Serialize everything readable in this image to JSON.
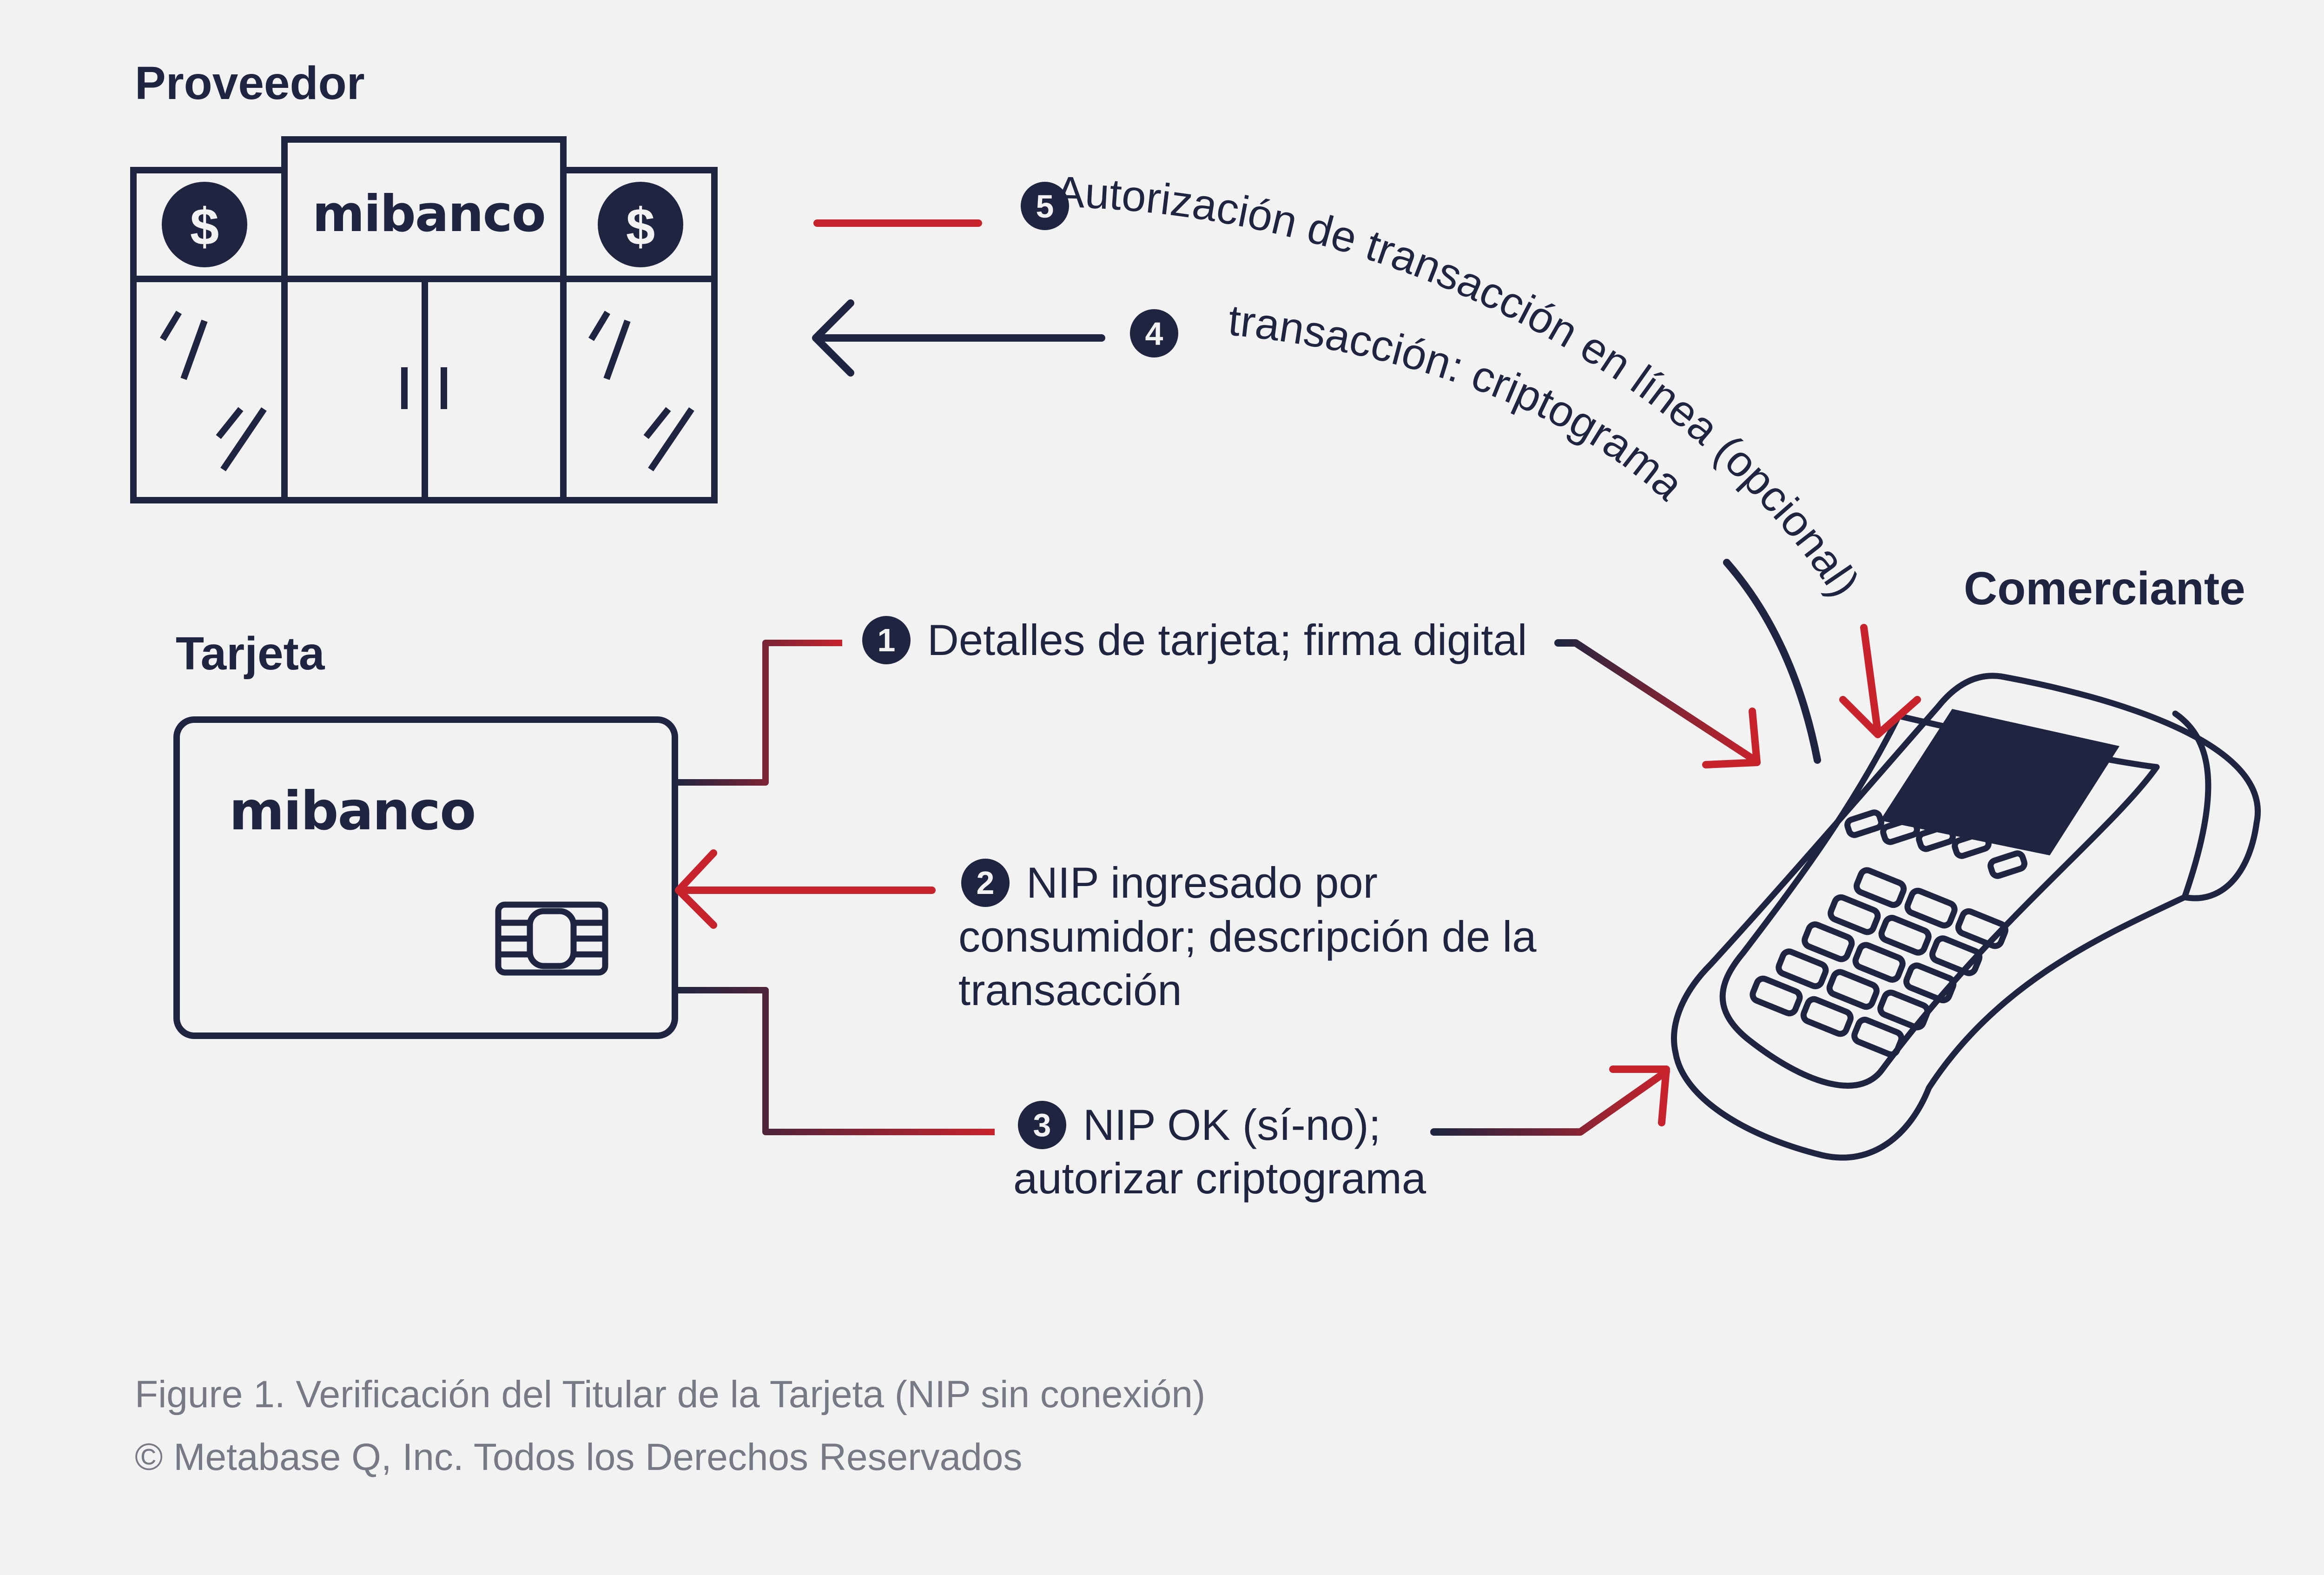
{
  "actors": {
    "provider": "Proveedor",
    "card": "Tarjeta",
    "merchant": "Comerciante"
  },
  "brand": {
    "bank_name": "mibanco",
    "currency_symbol": "$"
  },
  "steps": [
    {
      "number": "1",
      "text": "Detalles de tarjeta; firma digital"
    },
    {
      "number": "2",
      "lines": [
        "NIP ingresado por",
        "consumidor; descripción de la",
        "transacción"
      ]
    },
    {
      "number": "3",
      "lines": [
        "NIP OK (sí-no);",
        "autorizar criptograma"
      ]
    },
    {
      "number": "4",
      "text": "transacción: criptograma"
    },
    {
      "number": "5",
      "text": "Autorización de transacción en línea (opcional)"
    }
  ],
  "caption": {
    "figure": "Figure 1. Verificación del Titular de la Tarjeta (NIP sin conexión)",
    "copyright": "© Metabase Q, Inc. Todos los Derechos Reservados"
  },
  "colors": {
    "navy": "#1f2540",
    "red": "#c8232c",
    "background": "#f2f2f2",
    "caption_gray": "#777a85"
  }
}
